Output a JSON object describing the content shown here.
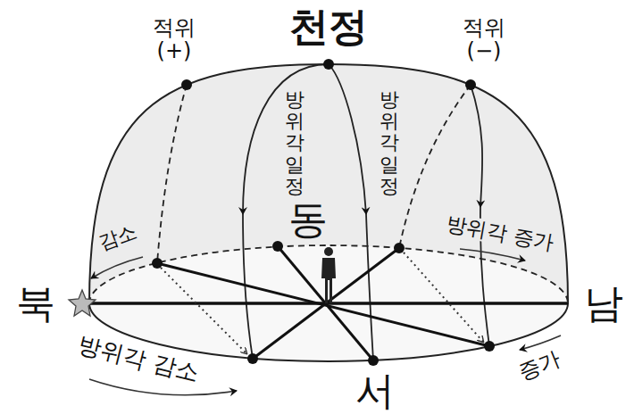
{
  "diagram": {
    "labels": [
      "천정",
      "적위 (+)",
      "적위 (−)",
      "방위각 일정",
      "방위각 일정",
      "동",
      "감소",
      "방위각 증가",
      "북",
      "남",
      "방위각 감소",
      "서",
      "증가"
    ]
  }
}
